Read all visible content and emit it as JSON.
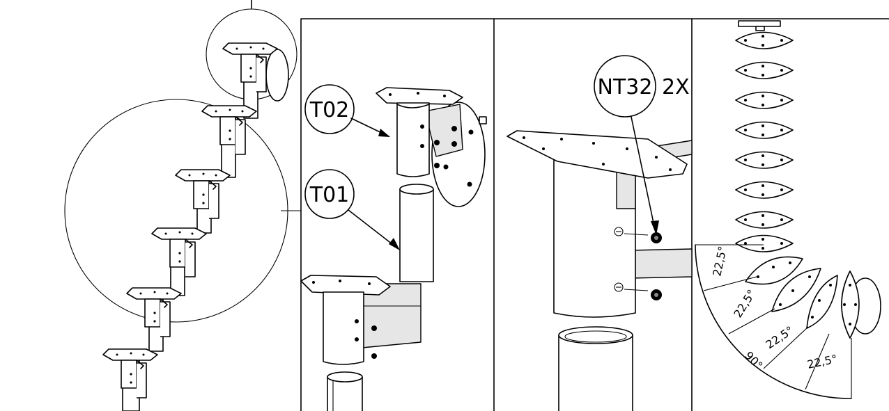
{
  "callouts": {
    "t02": "T02",
    "t01": "T01",
    "nt32": "NT32",
    "nt32_qty": "2X"
  },
  "angles": {
    "a1": "22,5°",
    "a2": "22,5°",
    "a3": "22,5°",
    "a4": "22,5°",
    "total": "90°"
  }
}
